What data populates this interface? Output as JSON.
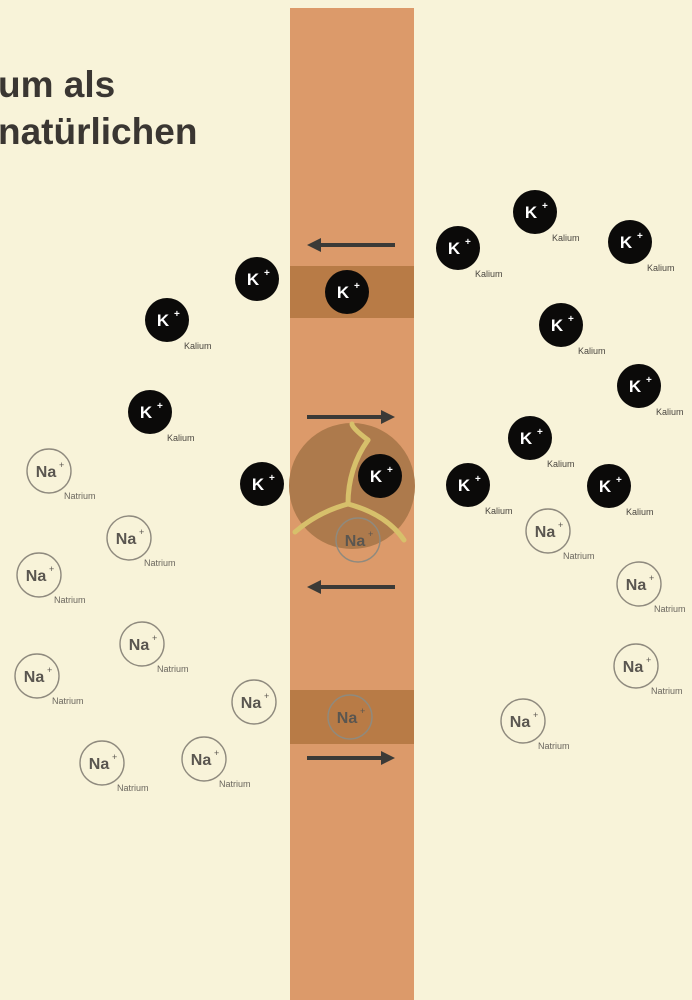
{
  "title": {
    "line1": "um als",
    "line2": "natürlichen"
  },
  "labels": {
    "kalium_symbol": "K",
    "kalium_name": "Kalium",
    "natrium_symbol": "Na",
    "natrium_name": "Natrium",
    "charge": "+"
  },
  "colors": {
    "background": "#f8f3d9",
    "membrane": "#dc9a6a",
    "channel": "#b87b46",
    "pump": "#ad7a4c",
    "pump_lines": "#d7c06b",
    "kalium_ion": "#0b0a09",
    "natrium_ring": "#8f8a7e",
    "natrium_text": "#5a5650",
    "arrow": "#3b3a37"
  },
  "ions": {
    "kalium": [
      {
        "side": "outside-left",
        "labeled": false
      },
      {
        "side": "outside-left",
        "labeled": true
      },
      {
        "side": "outside-left",
        "labeled": true
      },
      {
        "side": "outside-left",
        "labeled": false
      },
      {
        "side": "in-channel",
        "labeled": false
      },
      {
        "side": "in-pump",
        "labeled": false
      },
      {
        "side": "outside-right",
        "labeled": true
      },
      {
        "side": "outside-right",
        "labeled": true
      },
      {
        "side": "outside-right",
        "labeled": true
      },
      {
        "side": "outside-right",
        "labeled": true
      },
      {
        "side": "outside-right",
        "labeled": true
      },
      {
        "side": "outside-right",
        "labeled": true
      },
      {
        "side": "outside-right",
        "labeled": true
      },
      {
        "side": "outside-right",
        "labeled": true
      }
    ],
    "natrium": [
      {
        "side": "outside-left",
        "labeled": true
      },
      {
        "side": "outside-left",
        "labeled": true
      },
      {
        "side": "outside-left",
        "labeled": true
      },
      {
        "side": "outside-left",
        "labeled": true
      },
      {
        "side": "outside-left",
        "labeled": true
      },
      {
        "side": "outside-left",
        "labeled": true
      },
      {
        "side": "outside-left",
        "labeled": true
      },
      {
        "side": "outside-left",
        "labeled": false
      },
      {
        "side": "in-pump",
        "labeled": false
      },
      {
        "side": "in-channel",
        "labeled": false
      },
      {
        "side": "outside-right",
        "labeled": true
      },
      {
        "side": "outside-right",
        "labeled": true
      },
      {
        "side": "outside-right",
        "labeled": true
      },
      {
        "side": "outside-right",
        "labeled": true
      }
    ]
  },
  "arrows": [
    {
      "direction": "left"
    },
    {
      "direction": "right"
    },
    {
      "direction": "left"
    },
    {
      "direction": "right"
    }
  ]
}
